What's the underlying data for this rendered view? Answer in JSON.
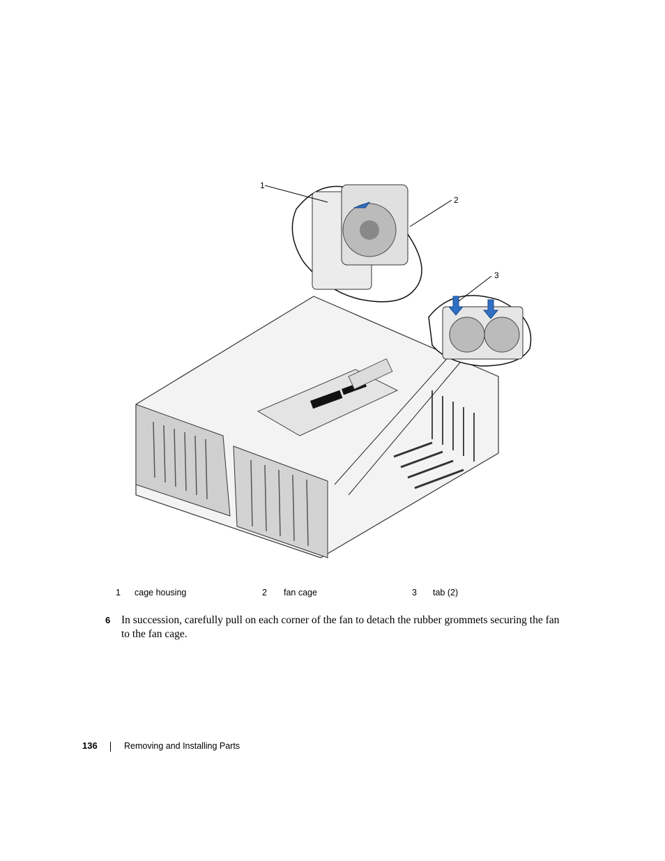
{
  "figure": {
    "callouts": [
      "1",
      "2",
      "3"
    ]
  },
  "legend": [
    {
      "num": "1",
      "label": "cage housing"
    },
    {
      "num": "2",
      "label": "fan cage"
    },
    {
      "num": "3",
      "label": "tab (2)"
    }
  ],
  "step": {
    "number": "6",
    "text": "In succession, carefully pull on each corner of the fan to detach the rubber grommets securing the fan to the fan cage."
  },
  "footer": {
    "page_number": "136",
    "section_title": "Removing and Installing Parts"
  },
  "colors": {
    "arrow_blue": "#2f6fc4"
  }
}
